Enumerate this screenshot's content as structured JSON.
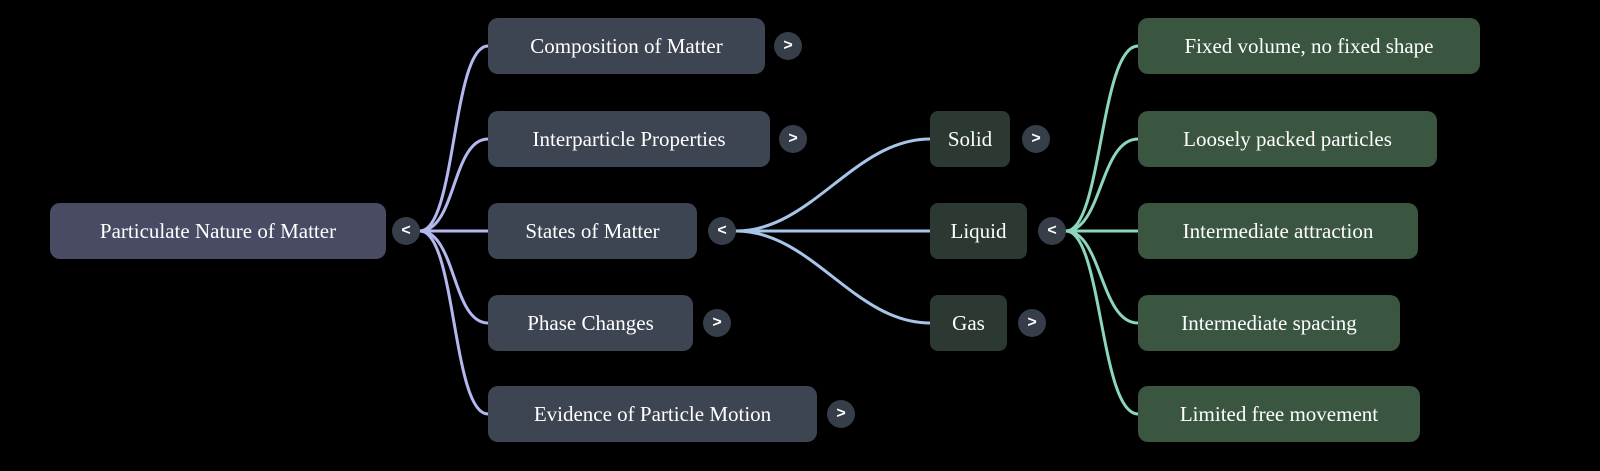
{
  "mindmap": {
    "root": {
      "label": "Particulate Nature of Matter",
      "toggle": "<"
    },
    "level2": [
      {
        "label": "Composition of Matter",
        "toggle": ">"
      },
      {
        "label": "Interparticle Properties",
        "toggle": ">"
      },
      {
        "label": "States of Matter",
        "toggle": "<"
      },
      {
        "label": "Phase Changes",
        "toggle": ">"
      },
      {
        "label": "Evidence of Particle Motion",
        "toggle": ">"
      }
    ],
    "level3": [
      {
        "label": "Solid",
        "toggle": ">"
      },
      {
        "label": "Liquid",
        "toggle": "<"
      },
      {
        "label": "Gas",
        "toggle": ">"
      }
    ],
    "level4": [
      {
        "label": "Fixed volume, no fixed shape"
      },
      {
        "label": "Loosely packed particles"
      },
      {
        "label": "Intermediate attraction"
      },
      {
        "label": "Intermediate spacing"
      },
      {
        "label": "Limited free movement"
      }
    ],
    "colors": {
      "background": "#000000",
      "root_node_bg": "#494b64",
      "branch_node_bg": "#3d4452",
      "state_node_bg": "#2c3932",
      "leaf_node_bg": "#3a5540",
      "toggle_bg": "#363e49",
      "text": "#ffffff",
      "edge_level1": "#b4b8ee",
      "edge_level2": "#a6c5e8",
      "edge_level3": "#8cd6bd"
    }
  }
}
